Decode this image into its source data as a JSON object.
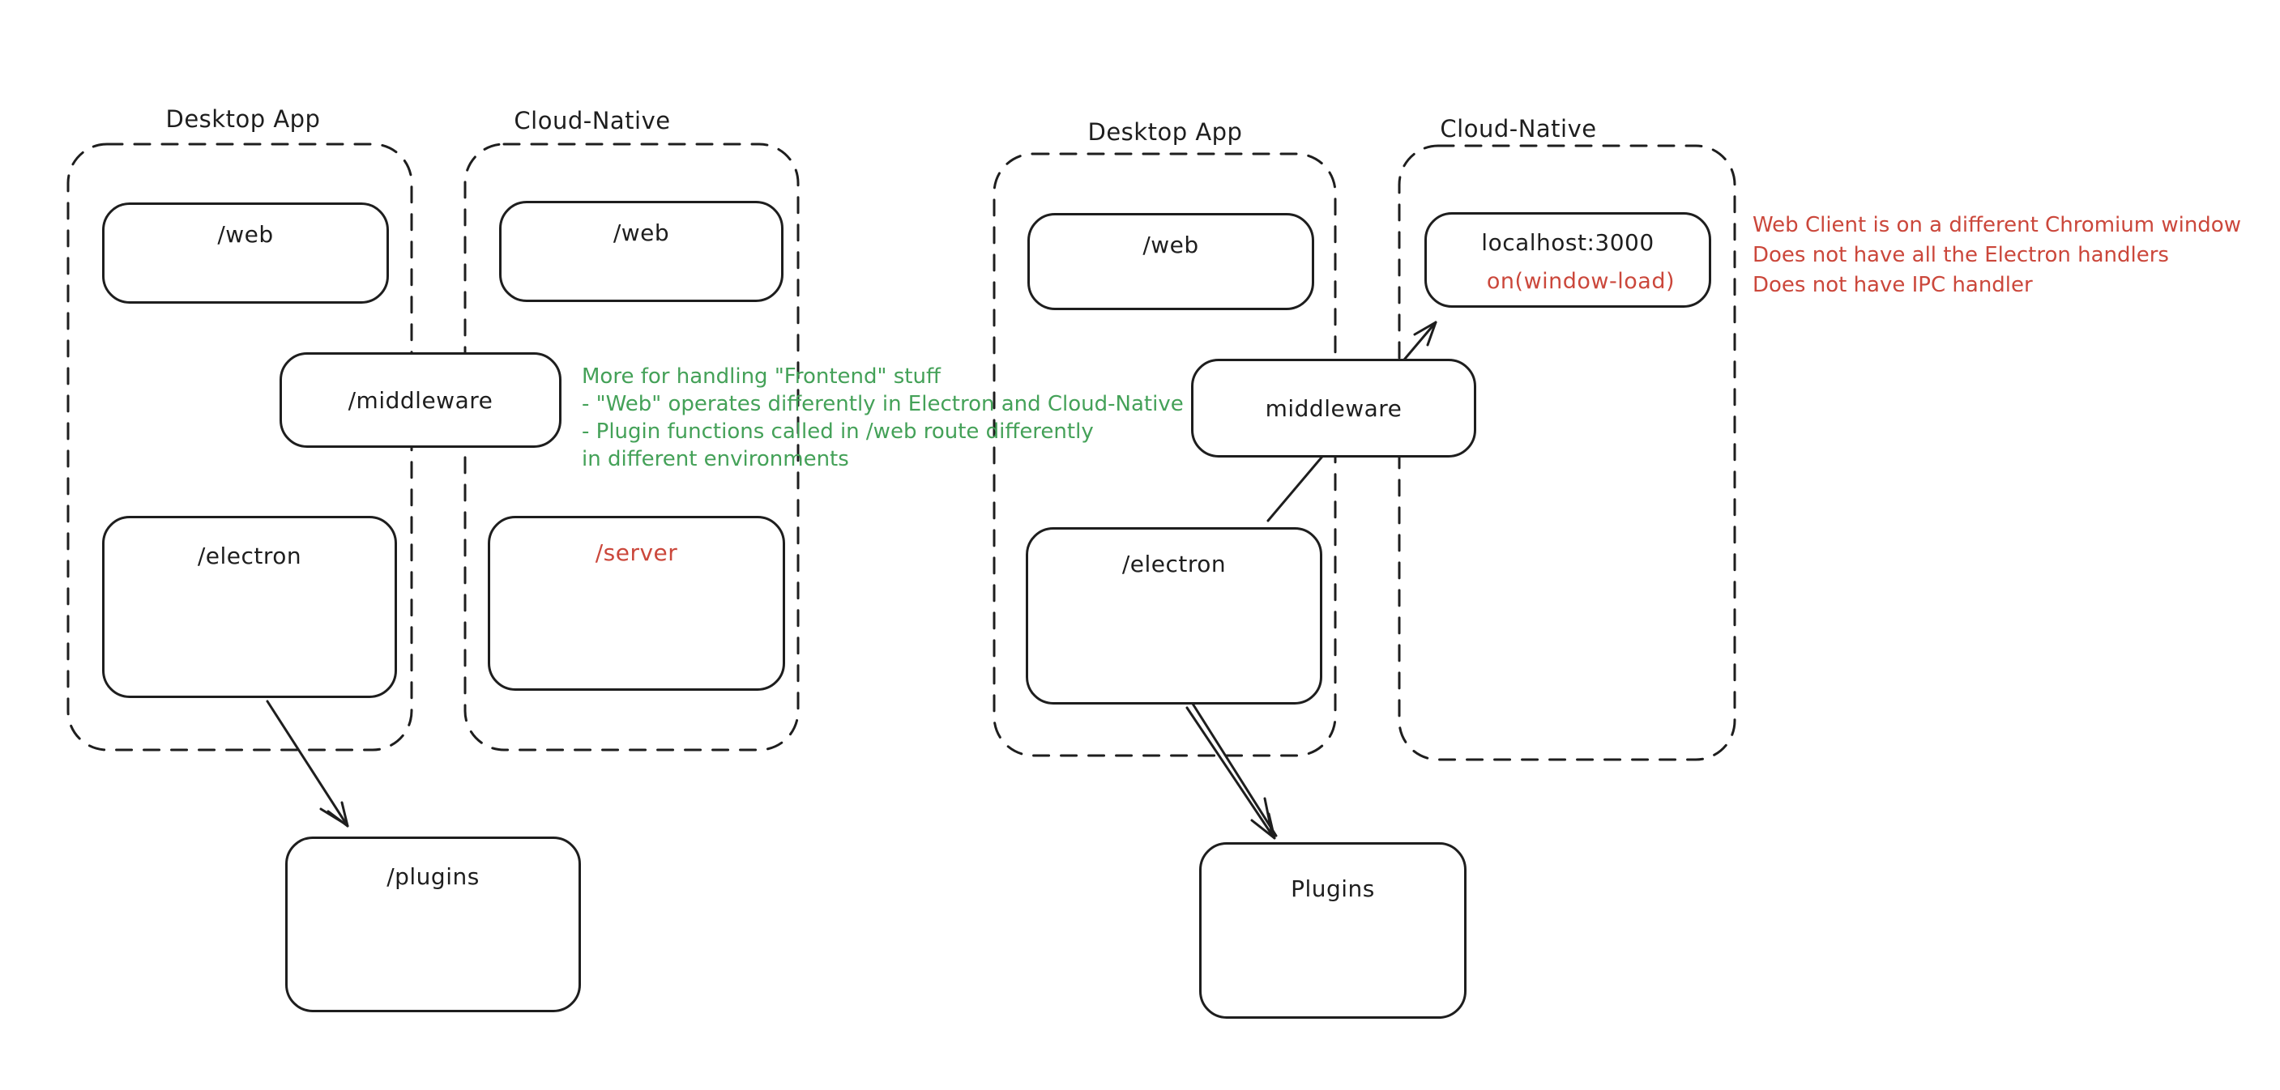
{
  "colors": {
    "stroke": "#1e1e1e",
    "green_annotation": "#44a158",
    "red_annotation": "#cb473b",
    "background": "#ffffff"
  },
  "left_diagram": {
    "desktop_app_label": "Desktop App",
    "cloud_native_label": "Cloud-Native",
    "web_desktop_label": "/web",
    "web_cloud_label": "/web",
    "middleware_label": "/middleware",
    "electron_label": "/electron",
    "server_label": "/server",
    "plugins_label": "/plugins",
    "annotation_lines": [
      "More for handling \"Frontend\" stuff",
      "- \"Web\" operates differently in Electron and Cloud-Native",
      "- Plugin functions called in /web route differently",
      "in different environments"
    ]
  },
  "right_diagram": {
    "desktop_app_label": "Desktop App",
    "cloud_native_label": "Cloud-Native",
    "web_label": "/web",
    "localhost_label": "localhost:3000",
    "window_load_label": "on(window-load)",
    "middleware_label": "middleware",
    "electron_label": "/electron",
    "plugins_label": "Plugins",
    "annotation_lines": [
      "Web Client is on a different Chromium window",
      "Does not have all the Electron handlers",
      "Does not have IPC handler"
    ]
  }
}
